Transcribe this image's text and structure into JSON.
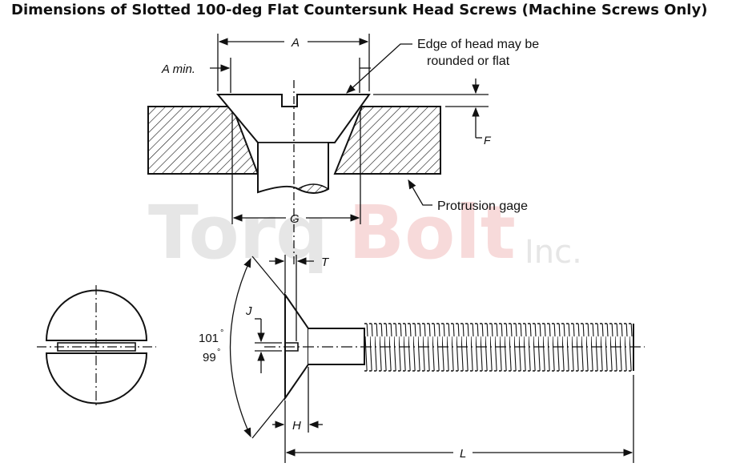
{
  "title": "Dimensions of Slotted 100-deg Flat Countersunk Head Screws (Machine Screws Only)",
  "watermark": {
    "text_torq": "Torq",
    "text_bolt": "Bolt",
    "text_inc": "Inc."
  },
  "labels": {
    "A": "A",
    "A_min": "A min.",
    "edge_note_1": "Edge of head may be",
    "edge_note_2": "rounded or flat",
    "F": "F",
    "protrusion_gage": "Protrusion gage",
    "G": "G",
    "T": "T",
    "J": "J",
    "angle_max": "101",
    "angle_min": "99",
    "degree": "°",
    "H": "H",
    "L": "L"
  },
  "colors": {
    "ink": "#111111",
    "watermark_gray": "#e6e6e6",
    "watermark_red": "#f7dada"
  }
}
